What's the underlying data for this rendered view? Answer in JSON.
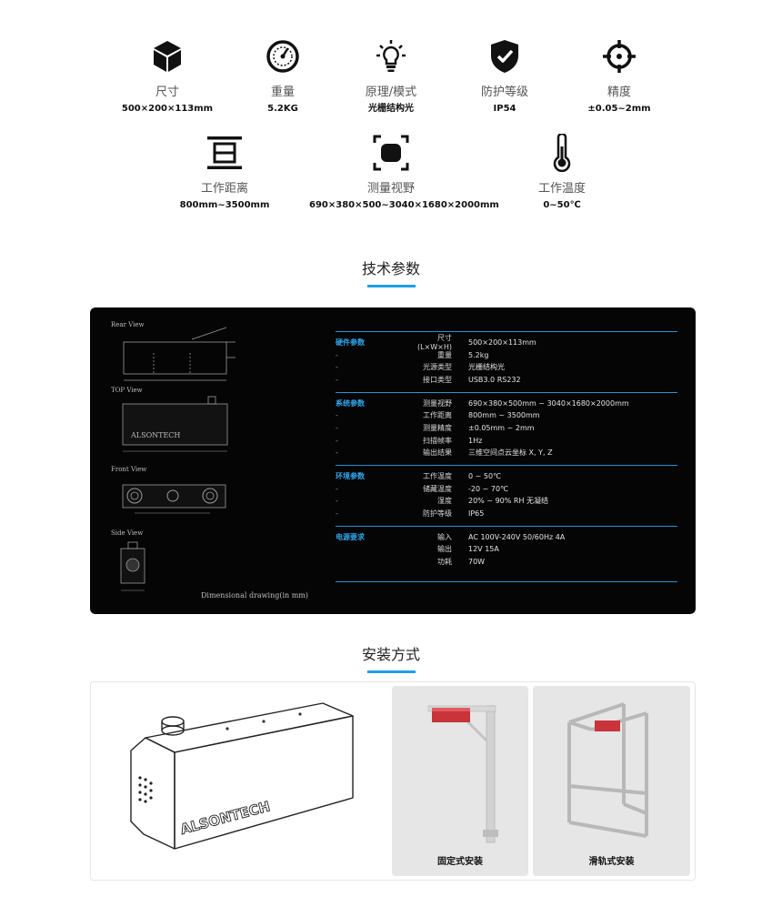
{
  "features_row1": [
    {
      "icon": "cube-icon",
      "label": "尺寸",
      "value": "500×200×113mm"
    },
    {
      "icon": "scale-icon",
      "label": "重量",
      "value": "5.2KG"
    },
    {
      "icon": "lightbulb-icon",
      "label": "原理/模式",
      "value": "光栅结构光"
    },
    {
      "icon": "shield-icon",
      "label": "防护等级",
      "value": "IP54"
    },
    {
      "icon": "crosshair-icon",
      "label": "精度",
      "value": "±0.05~2mm"
    }
  ],
  "features_row2": [
    {
      "icon": "distance-icon",
      "label": "工作距离",
      "value": "800mm~3500mm"
    },
    {
      "icon": "field-of-view-icon",
      "label": "测量视野",
      "value": "690×380×500~3040×1680×2000mm"
    },
    {
      "icon": "thermometer-icon",
      "label": "工作温度",
      "value": "0~50℃"
    }
  ],
  "tech_title": "技术参数",
  "drawing": {
    "rear_view": "Rear View",
    "top_view": "TOP View",
    "front_view": "Front View",
    "side_view": "Side View",
    "caption": "Dimensional drawing(in mm)",
    "brand": "ALSONTECH"
  },
  "spec_groups": [
    {
      "rows": [
        {
          "c1": "硬件参数",
          "c2": "尺寸(L×W×H)",
          "c3": "500×200×113mm"
        },
        {
          "c1": "-",
          "c2": "重量",
          "c3": "5.2kg"
        },
        {
          "c1": "-",
          "c2": "光源类型",
          "c3": "光栅结构光"
        },
        {
          "c1": "-",
          "c2": "接口类型",
          "c3": "USB3.0  RS232"
        }
      ]
    },
    {
      "rows": [
        {
          "c1": "系统参数",
          "c2": "测量视野",
          "c3": "690×380×500mm ~ 3040×1680×2000mm"
        },
        {
          "c1": "-",
          "c2": "工作距离",
          "c3": "800mm ~ 3500mm"
        },
        {
          "c1": "-",
          "c2": "测量精度",
          "c3": "±0.05mm ~ 2mm"
        },
        {
          "c1": "-",
          "c2": "扫描帧率",
          "c3": "1Hz"
        },
        {
          "c1": "-",
          "c2": "输出结果",
          "c3": "三维空间点云坐标 X, Y, Z"
        }
      ]
    },
    {
      "rows": [
        {
          "c1": "环境参数",
          "c2": "工作温度",
          "c3": "0 ~ 50℃"
        },
        {
          "c1": "-",
          "c2": "储藏温度",
          "c3": "-20 ~ 70℃"
        },
        {
          "c1": "-",
          "c2": "湿度",
          "c3": "20% ~ 90% RH  无凝结"
        },
        {
          "c1": "-",
          "c2": "防护等级",
          "c3": "IP65"
        }
      ]
    },
    {
      "rows": [
        {
          "c1": "电源要求",
          "c2": "输入",
          "c3": "AC 100V-240V  50/60Hz  4A"
        },
        {
          "c1": "",
          "c2": "输出",
          "c3": "12V  15A"
        },
        {
          "c1": "",
          "c2": "功耗",
          "c3": "70W"
        }
      ]
    }
  ],
  "install_title": "安装方式",
  "install": {
    "brand": "ALSONTECH",
    "fixed_label": "固定式安装",
    "rail_label": "滑轨式安装"
  },
  "colors": {
    "accent": "#1ea0e6",
    "panel_bg": "#050505",
    "device_red": "#c8343a"
  }
}
